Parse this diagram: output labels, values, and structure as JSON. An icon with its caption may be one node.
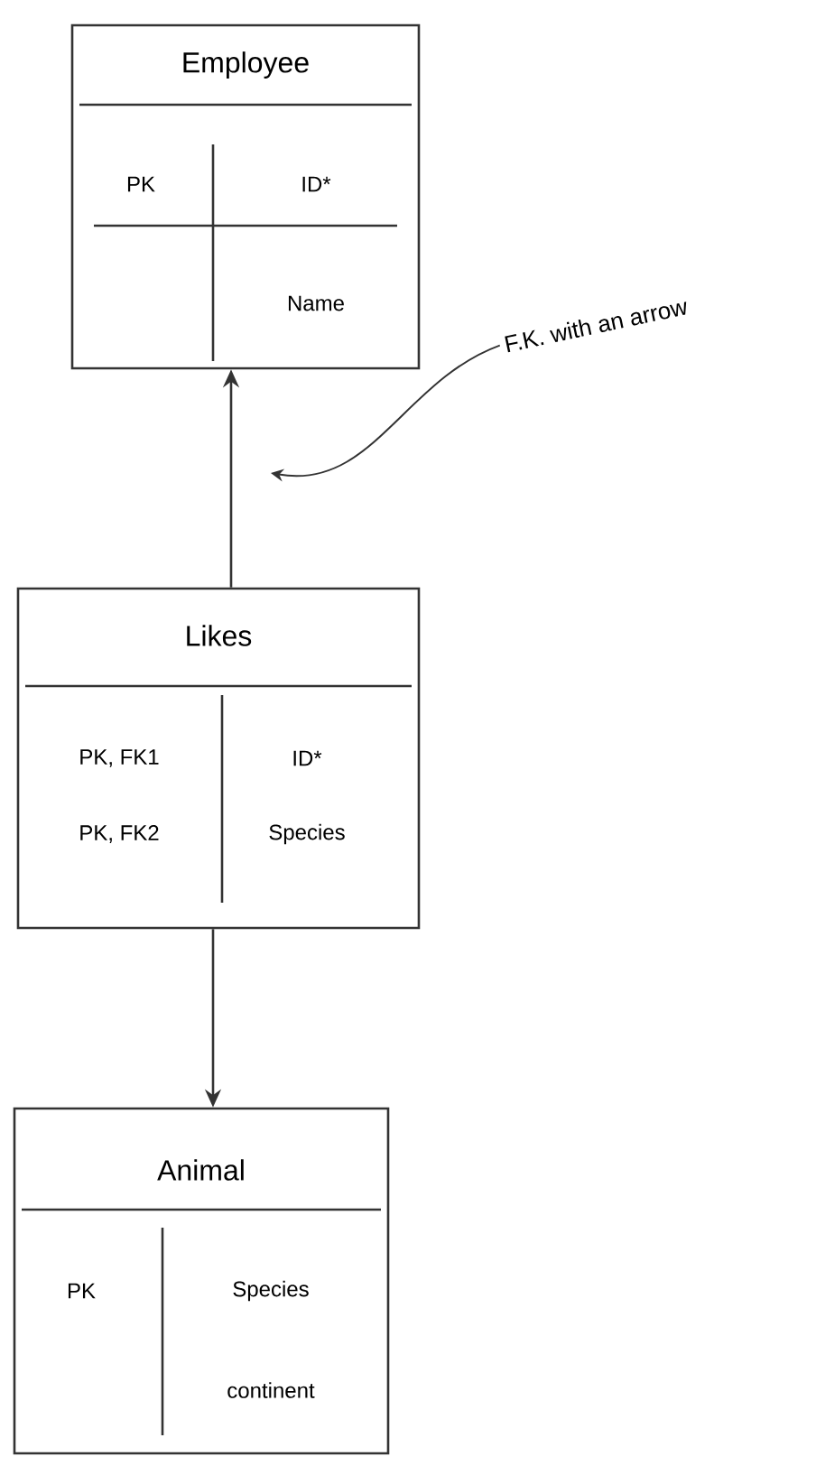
{
  "diagram": {
    "nodes": [
      {
        "text": [
          "Employee",
          "PK",
          "ID*",
          "Name"
        ]
      },
      {
        "text": [
          "Likes",
          "PK, FK1",
          "ID*",
          "PK, FK2",
          "Species"
        ]
      },
      {
        "text": [
          "Animal",
          "PK",
          "Species",
          "continent"
        ]
      },
      {
        "text": [
          "F.K. with an arrow"
        ]
      }
    ],
    "edges": [
      {
        "from": 1,
        "to": 0,
        "arrow": "to"
      },
      {
        "from": 1,
        "to": 2,
        "arrow": "to"
      },
      {
        "from": 3,
        "to": null,
        "arrow": "to"
      }
    ]
  }
}
